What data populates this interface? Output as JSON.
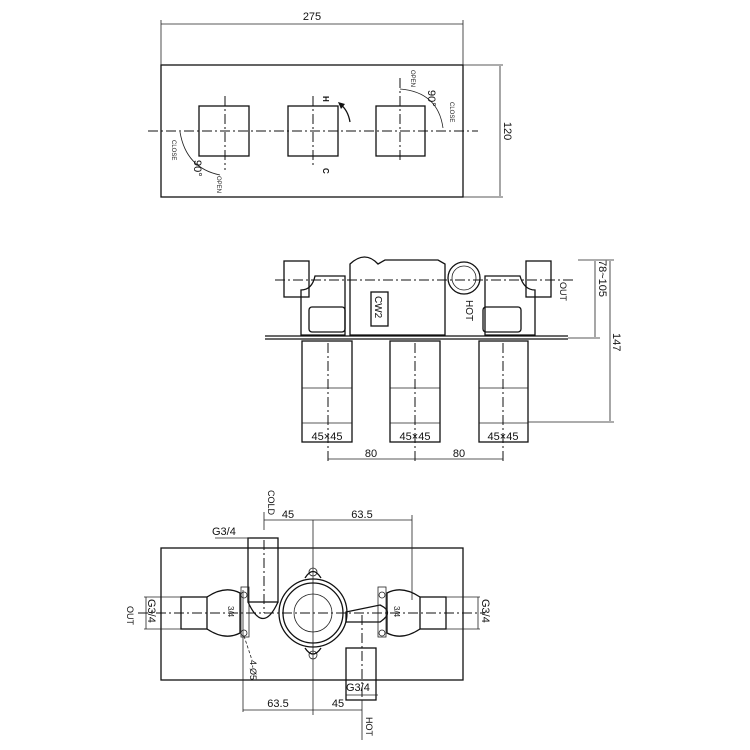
{
  "front_view": {
    "width_dim": "275",
    "height_dim": "120",
    "left_close": "CLOSE",
    "left_open": "OPEN",
    "left_angle": "90°",
    "right_close": "CLOSE",
    "right_open": "OPEN",
    "right_angle": "90°",
    "hot_mark": "H",
    "cold_mark": "C"
  },
  "side_view": {
    "cw2_label": "CW2",
    "hot_label": "HOT",
    "out_label": "OUT",
    "depth_dim": "78~105",
    "total_dim": "147",
    "handle_sizes": [
      "45×45",
      "45×45",
      "45×45"
    ],
    "spacing": [
      "80",
      "80"
    ]
  },
  "rear_view": {
    "cold_label": "COLD",
    "hot_label": "HOT",
    "out_label": "OUT",
    "top_dims": [
      "45",
      "63.5"
    ],
    "bottom_dims": [
      "63.5",
      "45"
    ],
    "thread_top": "G3/4",
    "thread_bottom": "G3/4",
    "thread_left": "G3/4",
    "thread_right": "G3/4",
    "inner_left": "3/4",
    "inner_right": "3/4",
    "holes": "4-Ø5"
  }
}
